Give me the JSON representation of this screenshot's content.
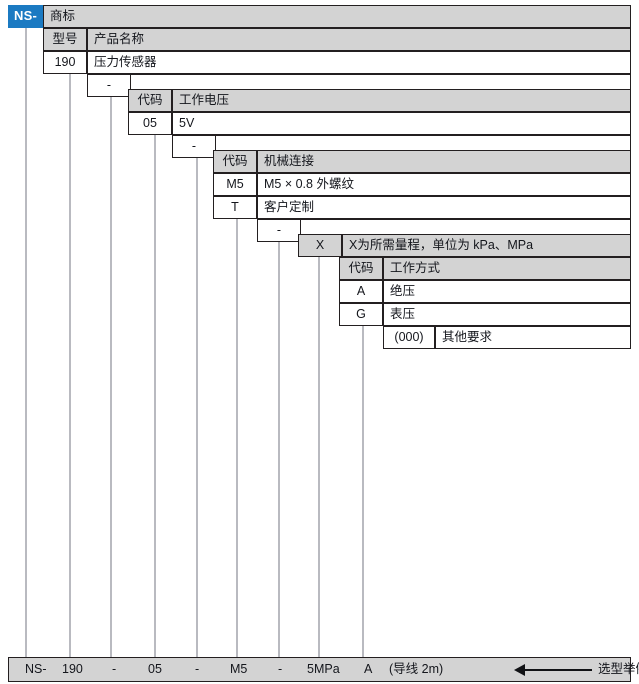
{
  "meta": {
    "accent_blue": "#1b7ac2",
    "header_gray": "#d3d3d3",
    "line_gray": "#b9bac0",
    "border": "#231f20"
  },
  "brand": {
    "prefix": "NS-",
    "header": "商标"
  },
  "levels": [
    {
      "name": "model",
      "code_header": "型号",
      "desc_header": "产品名称",
      "rows": [
        {
          "code": "190",
          "desc": "压力传感器"
        }
      ],
      "separator": "-"
    },
    {
      "name": "working-voltage",
      "code_header": "代码",
      "desc_header": "工作电压",
      "rows": [
        {
          "code": "05",
          "desc": "5V"
        }
      ],
      "separator": "-"
    },
    {
      "name": "mechanical-connection",
      "code_header": "代码",
      "desc_header": "机械连接",
      "rows": [
        {
          "code": "M5",
          "desc": "M5 × 0.8 外螺纹"
        },
        {
          "code": "T",
          "desc": "客户定制"
        }
      ],
      "separator": "-"
    },
    {
      "name": "range",
      "code_header": "X",
      "desc_header": "X为所需量程，单位为 kPa、MPa",
      "rows": [],
      "separator": ""
    },
    {
      "name": "working-mode",
      "code_header": "代码",
      "desc_header": "工作方式",
      "rows": [
        {
          "code": "A",
          "desc": "绝压"
        },
        {
          "code": "G",
          "desc": "表压"
        }
      ],
      "separator": ""
    },
    {
      "name": "other",
      "code_header": "(000)",
      "desc_header": "其他要求",
      "rows": [],
      "separator": ""
    }
  ],
  "example": {
    "tokens": [
      "NS-",
      "190",
      "-",
      "05",
      "-",
      "M5",
      "-",
      "5MPa",
      "A",
      "(导线 2m)"
    ],
    "label": "选型举例",
    "arrow": "arrow-left"
  }
}
